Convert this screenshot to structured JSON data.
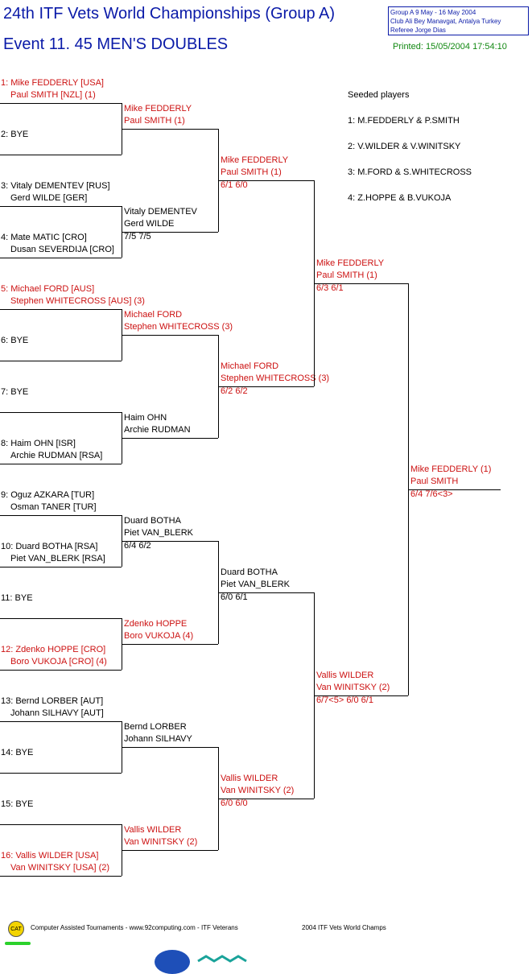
{
  "header": {
    "title": "24th ITF Vets World Championships (Group A)",
    "event": "Event 11. 45 MEN'S DOUBLES",
    "info": [
      "Group A  9 May - 16 May 2004",
      "Club Ali Bey Manavgat, Antalya   Turkey",
      "Referee Jorge Dias"
    ],
    "printed": "Printed: 15/05/2004 17:54:10"
  },
  "seeds": {
    "title": "Seeded players",
    "items": [
      "1: M.FEDDERLY & P.SMITH",
      "2: V.WILDER & V.WINITSKY",
      "3: M.FORD & S.WHITECROSS",
      "4: Z.HOPPE & B.VUKOJA"
    ]
  },
  "round1": [
    {
      "l1": "1: Mike FEDDERLY [USA]",
      "l2": "Paul SMITH [NZL] (1)",
      "seed": true
    },
    {
      "l1": "2: BYE",
      "l2": "",
      "seed": false
    },
    {
      "l1": "3: Vitaly DEMENTEV [RUS]",
      "l2": "Gerd WILDE [GER]",
      "seed": false
    },
    {
      "l1": "4: Mate MATIC [CRO]",
      "l2": "Dusan SEVERDIJA [CRO]",
      "seed": false
    },
    {
      "l1": "5: Michael FORD [AUS]",
      "l2": "Stephen WHITECROSS [AUS] (3)",
      "seed": true
    },
    {
      "l1": "6: BYE",
      "l2": "",
      "seed": false
    },
    {
      "l1": "7: BYE",
      "l2": "",
      "seed": false
    },
    {
      "l1": "8: Haim OHN [ISR]",
      "l2": "Archie RUDMAN [RSA]",
      "seed": false
    },
    {
      "l1": "9: Oguz AZKARA [TUR]",
      "l2": "Osman TANER [TUR]",
      "seed": false
    },
    {
      "l1": "10: Duard BOTHA [RSA]",
      "l2": "Piet VAN_BLERK [RSA]",
      "seed": false
    },
    {
      "l1": "11: BYE",
      "l2": "",
      "seed": false
    },
    {
      "l1": "12: Zdenko HOPPE [CRO]",
      "l2": "Boro VUKOJA [CRO] (4)",
      "seed": true
    },
    {
      "l1": "13: Bernd LORBER [AUT]",
      "l2": "Johann SILHAVY [AUT]",
      "seed": false
    },
    {
      "l1": "14: BYE",
      "l2": "",
      "seed": false
    },
    {
      "l1": "15: BYE",
      "l2": "",
      "seed": false
    },
    {
      "l1": "16: Vallis WILDER [USA]",
      "l2": "Van WINITSKY [USA] (2)",
      "seed": true
    }
  ],
  "round2": [
    {
      "l1": "Mike FEDDERLY",
      "l2": "Paul SMITH (1)",
      "score": "",
      "seed": true
    },
    {
      "l1": "Vitaly DEMENTEV",
      "l2": "Gerd WILDE",
      "score": "7/5 7/5",
      "seed": false
    },
    {
      "l1": "Michael FORD",
      "l2": "Stephen WHITECROSS (3)",
      "score": "",
      "seed": true
    },
    {
      "l1": "Haim OHN",
      "l2": "Archie RUDMAN",
      "score": "",
      "seed": false
    },
    {
      "l1": "Duard BOTHA",
      "l2": "Piet VAN_BLERK",
      "score": "6/4 6/2",
      "seed": false
    },
    {
      "l1": "Zdenko HOPPE",
      "l2": "Boro VUKOJA (4)",
      "score": "",
      "seed": true
    },
    {
      "l1": "Bernd LORBER",
      "l2": "Johann SILHAVY",
      "score": "",
      "seed": false
    },
    {
      "l1": "Vallis WILDER",
      "l2": "Van WINITSKY (2)",
      "score": "",
      "seed": true
    }
  ],
  "round3": [
    {
      "l1": "Mike FEDDERLY",
      "l2": "Paul SMITH (1)",
      "score": "6/1 6/0",
      "seed": true
    },
    {
      "l1": "Michael FORD",
      "l2": "Stephen WHITECROSS (3)",
      "score": "6/2 6/2",
      "seed": true
    },
    {
      "l1": "Duard BOTHA",
      "l2": "Piet VAN_BLERK",
      "score": "6/0 6/1",
      "seed": false
    },
    {
      "l1": "Vallis WILDER",
      "l2": "Van WINITSKY (2)",
      "score": "6/0 6/0",
      "seed": true
    }
  ],
  "round4": [
    {
      "l1": "Mike FEDDERLY",
      "l2": "Paul SMITH (1)",
      "score": "6/3 6/1",
      "seed": true
    },
    {
      "l1": "Vallis WILDER",
      "l2": "Van WINITSKY (2)",
      "score": "6/7<5> 6/0 6/1",
      "seed": true
    }
  ],
  "final": {
    "l1": "Mike FEDDERLY (1)",
    "l2": "Paul SMITH",
    "score": "6/4 7/6<3>",
    "seed": true
  },
  "footer": {
    "logo": "CAT",
    "credit": "Computer Assisted Tournaments - www.92computing.com -  ITF Veterans",
    "event": "2004 ITF Vets World Champs"
  }
}
